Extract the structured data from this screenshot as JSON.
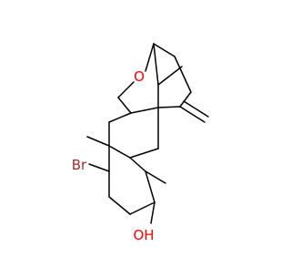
{
  "atoms": {
    "oxygen_ring": {
      "text": "O",
      "color": "#ff0000"
    },
    "bromine": {
      "text": "Br",
      "color": "#a52a2a"
    },
    "hydroxyl": {
      "text": "OH",
      "color": "#ff0000"
    }
  },
  "bond_color": "#000000",
  "background": "#ffffff"
}
